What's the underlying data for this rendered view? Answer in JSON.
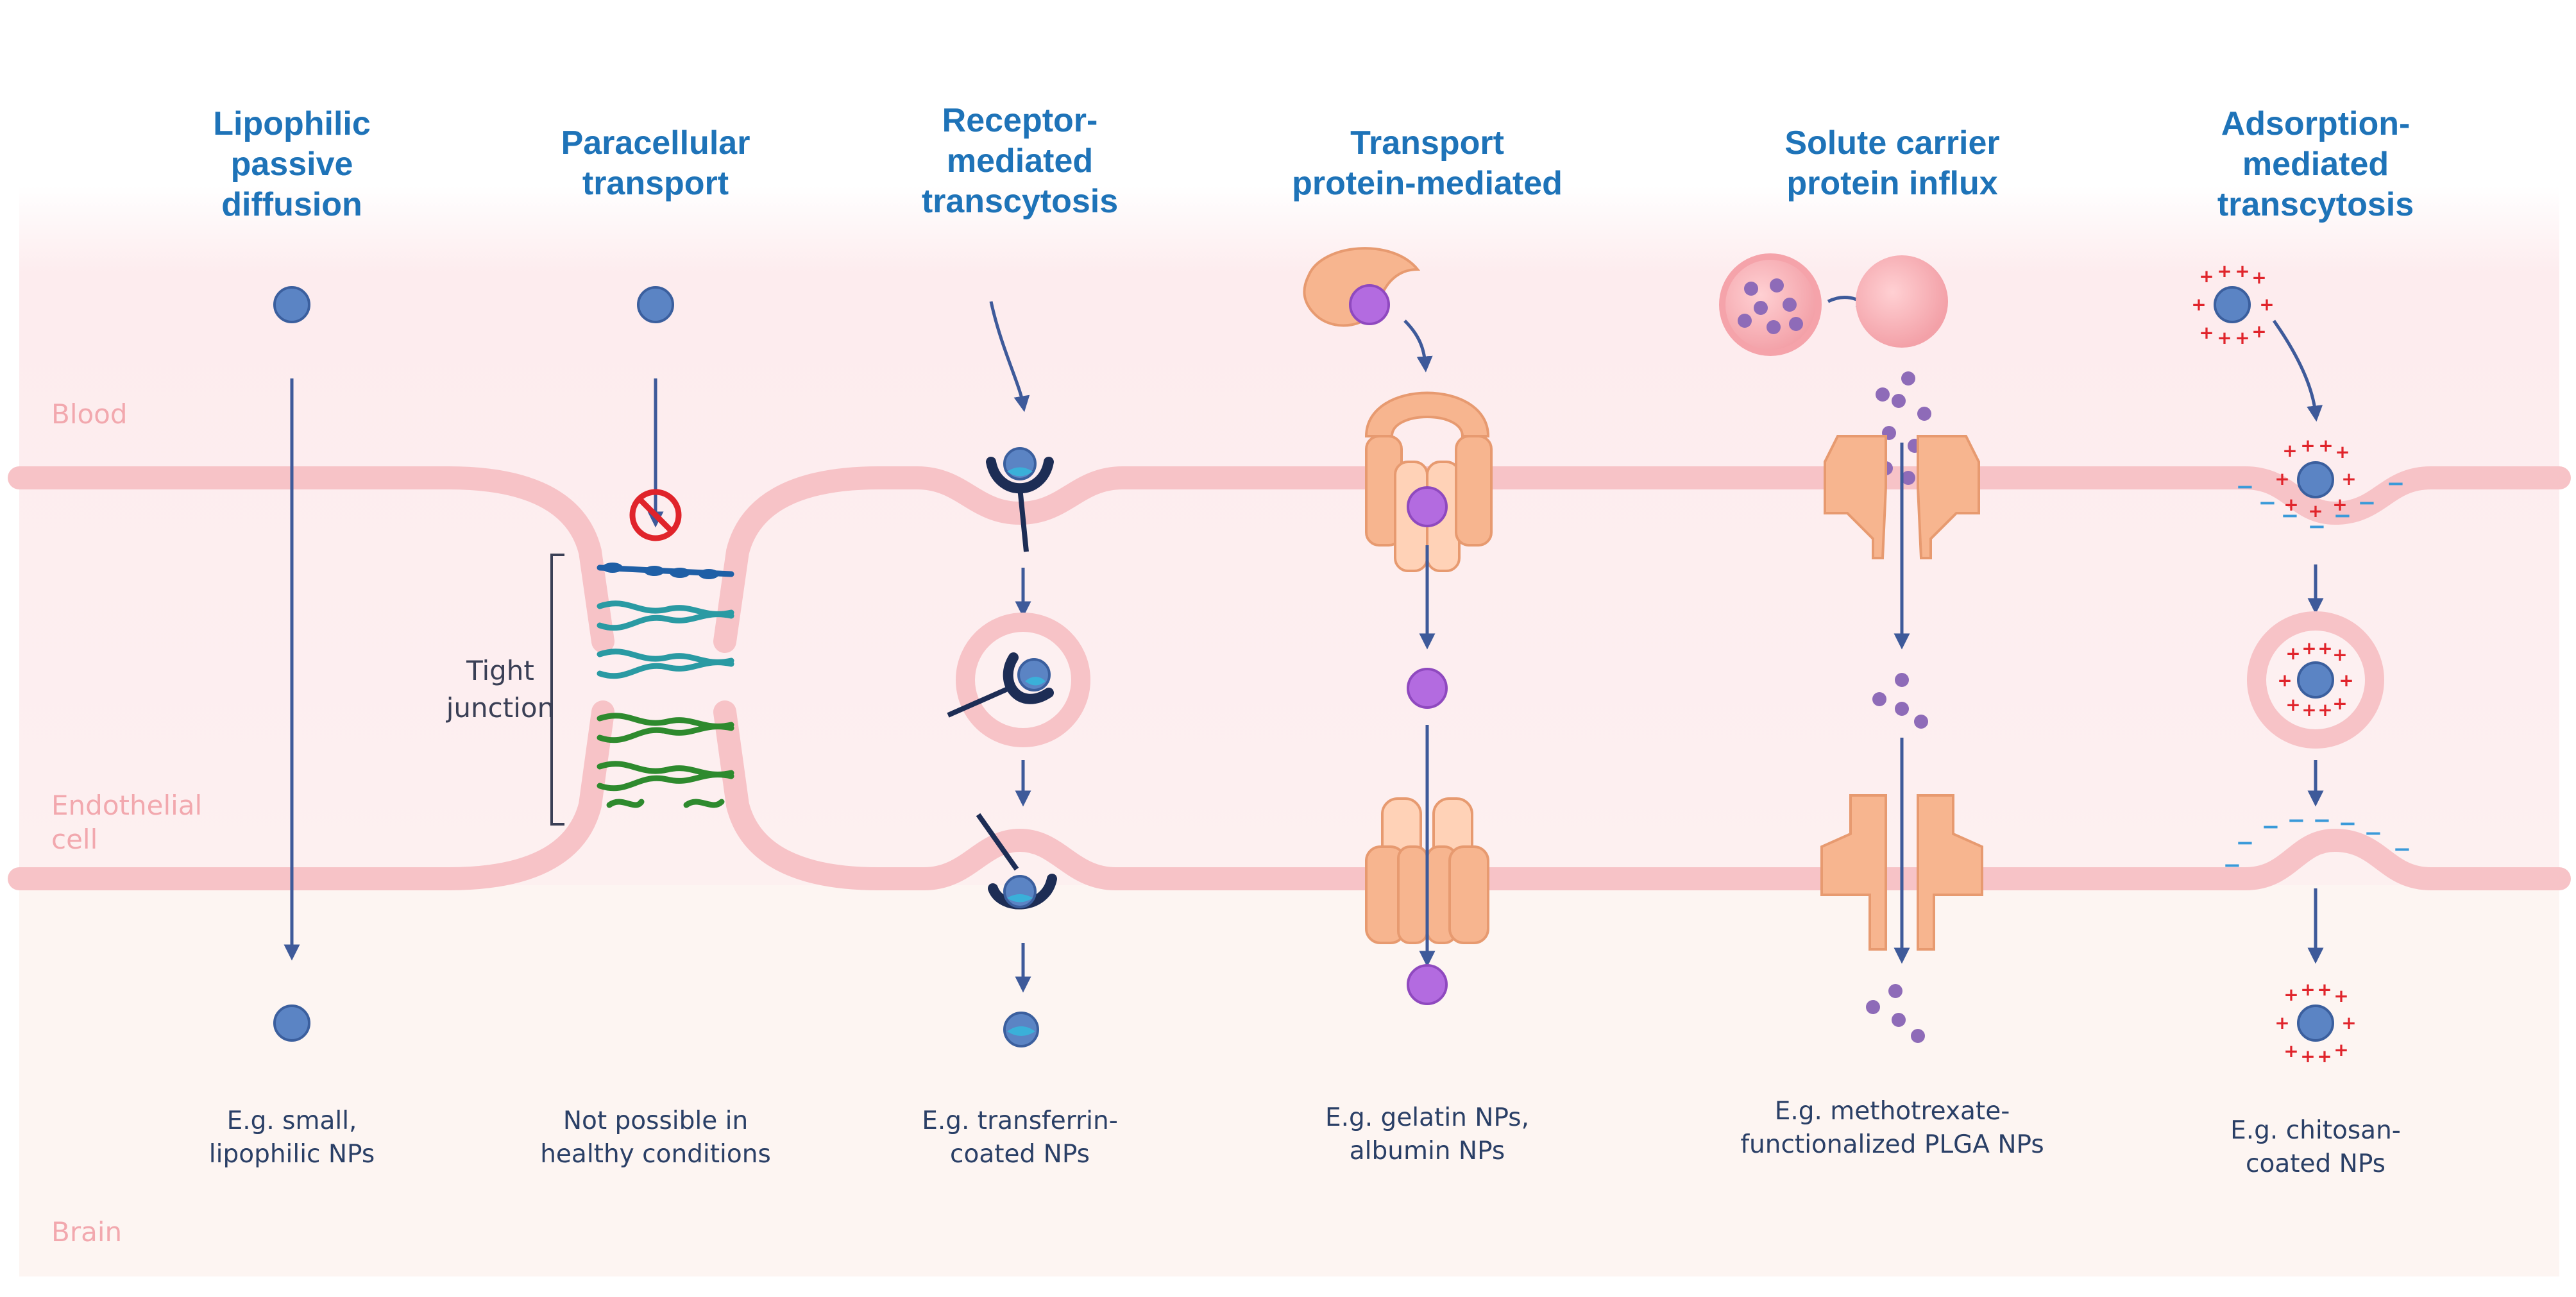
{
  "regions": {
    "blood": "Blood",
    "endothelial_line1": "Endothelial",
    "endothelial_line2": "cell",
    "brain": "Brain"
  },
  "tight_junction": {
    "line1": "Tight",
    "line2": "junction"
  },
  "mechanisms": [
    {
      "title": [
        "Lipophilic",
        "passive",
        "diffusion"
      ],
      "caption": [
        "E.g. small,",
        "lipophilic NPs"
      ]
    },
    {
      "title": [
        "Paracellular",
        "transport"
      ],
      "caption": [
        "Not possible in",
        "healthy conditions"
      ]
    },
    {
      "title": [
        "Receptor-",
        "mediated",
        "transcytosis"
      ],
      "caption": [
        "E.g. transferrin-",
        "coated NPs"
      ]
    },
    {
      "title": [
        "Transport",
        "protein-mediated"
      ],
      "caption": [
        "E.g. gelatin NPs,",
        "albumin NPs"
      ]
    },
    {
      "title": [
        "Solute carrier",
        "protein influx"
      ],
      "caption": [
        "E.g. methotrexate-",
        "functionalized PLGA NPs"
      ]
    },
    {
      "title": [
        "Adsorption-",
        "mediated",
        "transcytosis"
      ],
      "caption": [
        "E.g. chitosan-",
        "coated NPs"
      ]
    }
  ],
  "colors": {
    "title": "#1e73b8",
    "membrane": "#f7c3c7",
    "blood_bg": "#fdecee",
    "brain_bg": "#fdf3f1",
    "particle": "#5b84c4",
    "protein": "#f7b58f",
    "drug": "#b36be0",
    "arrow": "#3e5a9a"
  },
  "icons": [
    "blocked-icon",
    "receptor-icon",
    "transporter-icon",
    "solute-carrier-icon",
    "charge-plus-icon",
    "charge-minus-icon"
  ]
}
